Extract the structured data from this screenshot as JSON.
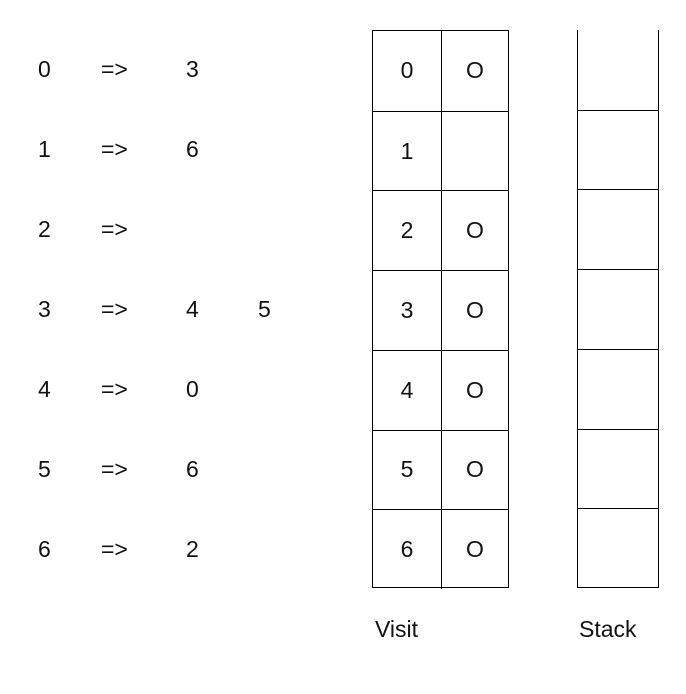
{
  "diagram": {
    "title": "Graph adjacency list with DFS visit and stack tables",
    "background_color": "#ffffff",
    "line_color": "#000000",
    "text_color": "#111111"
  },
  "adjacency_list": {
    "arrow_symbol": "=>",
    "rows": [
      {
        "node": "0",
        "arrow": "=>",
        "neighbors": [
          "3"
        ]
      },
      {
        "node": "1",
        "arrow": "=>",
        "neighbors": [
          "6"
        ]
      },
      {
        "node": "2",
        "arrow": "=>",
        "neighbors": []
      },
      {
        "node": "3",
        "arrow": "=>",
        "neighbors": [
          "4",
          "5"
        ]
      },
      {
        "node": "4",
        "arrow": "=>",
        "neighbors": [
          "0"
        ]
      },
      {
        "node": "5",
        "arrow": "=>",
        "neighbors": [
          "6"
        ]
      },
      {
        "node": "6",
        "arrow": "=>",
        "neighbors": [
          "2"
        ]
      }
    ]
  },
  "visit_table": {
    "caption": "Visit",
    "mark_symbol": "O",
    "has_top_border": true,
    "rows": [
      {
        "id": "0",
        "mark": "O"
      },
      {
        "id": "1",
        "mark": ""
      },
      {
        "id": "2",
        "mark": "O"
      },
      {
        "id": "3",
        "mark": "O"
      },
      {
        "id": "4",
        "mark": "O"
      },
      {
        "id": "5",
        "mark": "O"
      },
      {
        "id": "6",
        "mark": "O"
      }
    ]
  },
  "stack_table": {
    "caption": "Stack",
    "has_top_border": false,
    "rows": [
      {
        "value": ""
      },
      {
        "value": ""
      },
      {
        "value": ""
      },
      {
        "value": ""
      },
      {
        "value": ""
      },
      {
        "value": ""
      },
      {
        "value": ""
      }
    ]
  }
}
